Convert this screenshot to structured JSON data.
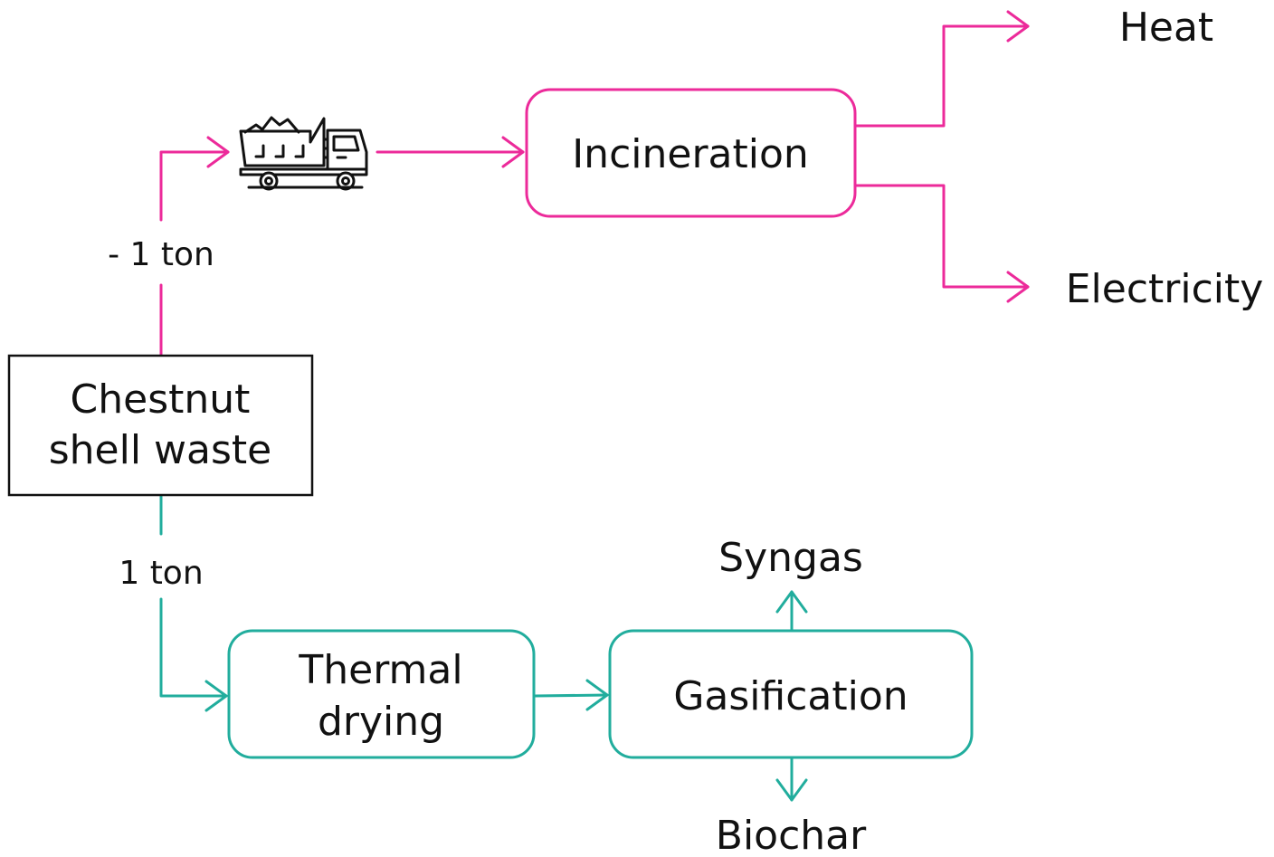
{
  "nodes": {
    "source": {
      "line1": "Chestnut",
      "line2": "shell waste"
    },
    "incineration": "Incineration",
    "heat": "Heat",
    "electricity": "Electricity",
    "thermal_drying": {
      "line1": "Thermal",
      "line2": "drying"
    },
    "gasification": "Gasification",
    "syngas": "Syngas",
    "biochar": "Biochar"
  },
  "edge_labels": {
    "to_incineration": "- 1 ton",
    "to_drying": "1 ton"
  },
  "icons": {
    "transport": "dump-truck-icon"
  },
  "colors": {
    "incineration_path": "#ec2a9a",
    "gasification_path": "#21ad9d",
    "source_box": "#111111"
  }
}
